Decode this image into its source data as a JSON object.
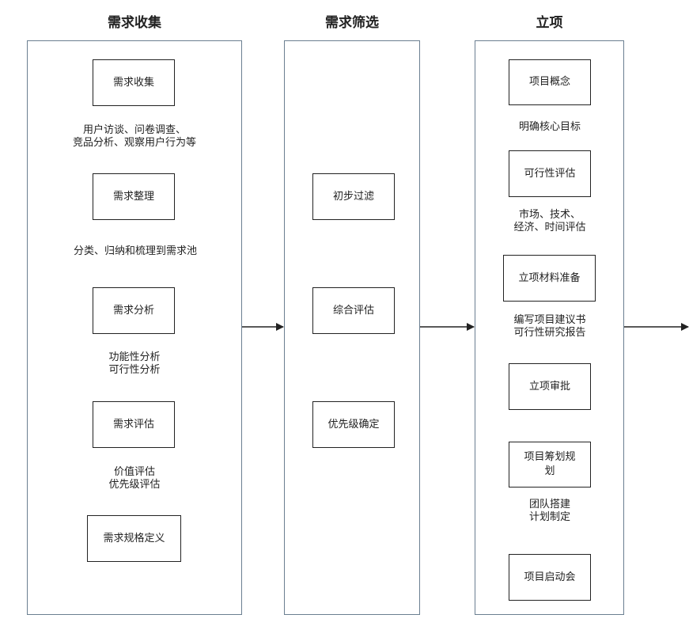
{
  "lanes": {
    "collect": {
      "title": "需求收集"
    },
    "filter": {
      "title": "需求筛选"
    },
    "project": {
      "title": "立项"
    }
  },
  "nodes": {
    "collect": "需求收集",
    "organize": "需求整理",
    "analyze": "需求分析",
    "evaluate": "需求评估",
    "spec": "需求规格定义",
    "prefilter": "初步过滤",
    "assess": "综合评估",
    "priority": "优先级确定",
    "concept": "项目概念",
    "feasibility": "可行性评估",
    "materials": "立项材料准备",
    "approval": "立项审批",
    "planning": "项目筹划规划",
    "kickoff": "项目启动会"
  },
  "edge_labels": {
    "collect_organize": [
      "用户访谈、问卷调查、",
      "竞品分析、观察用户行为等"
    ],
    "organize_analyze": [
      "分类、归纳和梳理到需求池"
    ],
    "analyze_evaluate": [
      "功能性分析",
      "可行性分析"
    ],
    "evaluate_spec": [
      "价值评估",
      "优先级评估"
    ],
    "concept_feasibility": [
      "明确核心目标"
    ],
    "feasibility_materials": [
      "市场、技术、",
      "经济、时间评估"
    ],
    "materials_approval": [
      "编写项目建议书",
      "可行性研究报告"
    ],
    "planning_kickoff": [
      "团队搭建",
      "计划制定"
    ]
  }
}
